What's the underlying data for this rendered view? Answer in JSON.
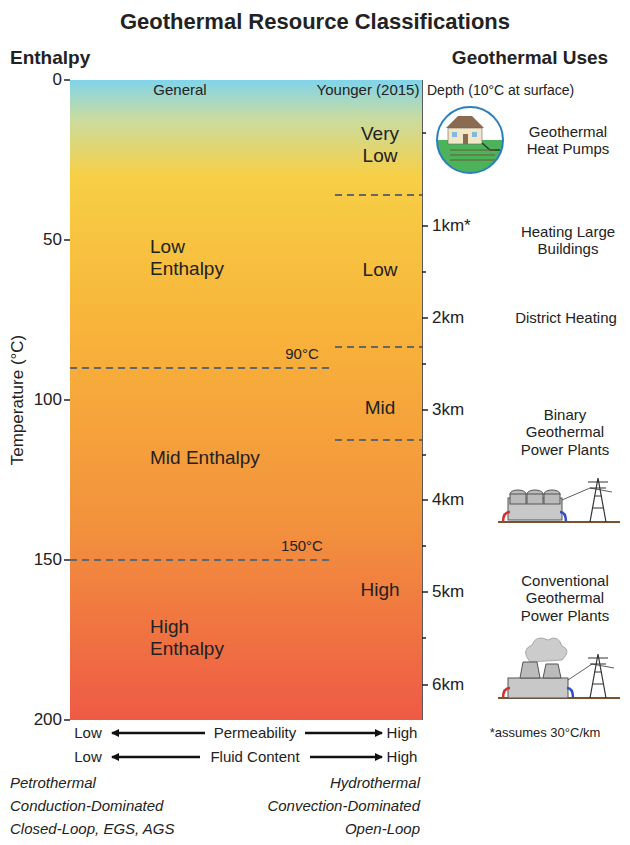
{
  "diagram": {
    "title": "Geothermal Resource Classifications",
    "nodes": [
      {
        "text": [
          "Low Enthalpy",
          "Mid Enthalpy",
          "High Enthalpy",
          "Very Low",
          "Low",
          "Mid",
          "High",
          "90°C",
          "150°C"
        ]
      }
    ],
    "labels": [
      "Enthalpy",
      "General",
      "Younger (2015)",
      "Geothermal Uses",
      "Depth (10°C at surface)",
      "Temperature (°C)",
      "0",
      "50",
      "100",
      "150",
      "200",
      "1km*",
      "2km",
      "3km",
      "4km",
      "5km",
      "6km",
      "Geothermal Heat Pumps",
      "Heating Large Buildings",
      "District Heating",
      "Binary Geothermal Power Plants",
      "Conventional Geothermal Power Plants",
      "*assumes 30°C/km",
      "Low",
      "Permeability",
      "High",
      "Low",
      "Fluid Content",
      "High",
      "Petrothermal",
      "Hydrothermal",
      "Conduction-Dominated",
      "Convection-Dominated",
      "Closed-Loop, EGS, AGS",
      "Open-Loop"
    ]
  }
}
